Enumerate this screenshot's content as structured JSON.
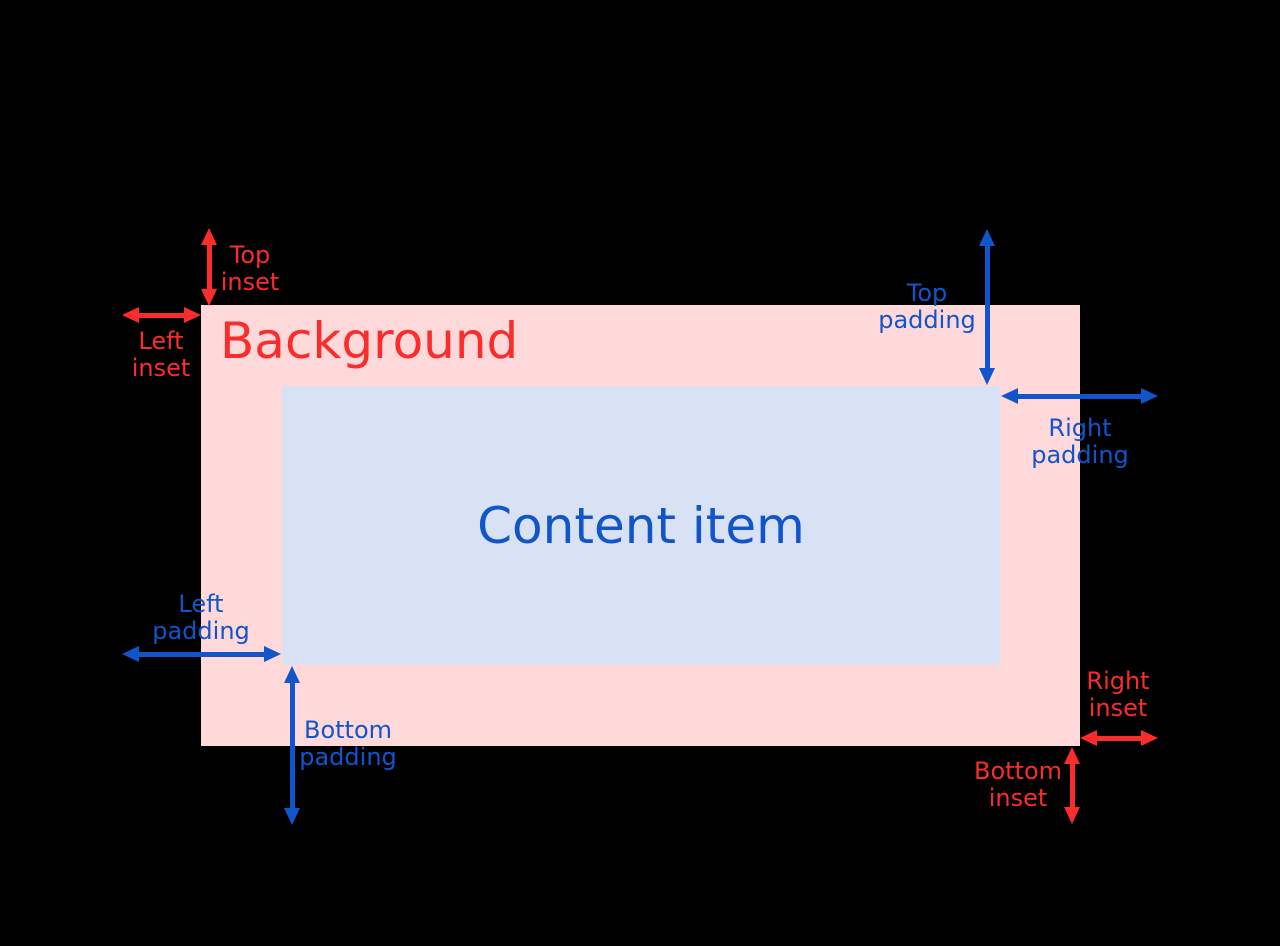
{
  "diagram": {
    "background_label": "Background",
    "content_label": "Content item",
    "labels": {
      "top_inset": "Top\ninset",
      "left_inset": "Left\ninset",
      "right_inset": "Right\ninset",
      "bottom_inset": "Bottom\ninset",
      "top_padding": "Top\npadding",
      "right_padding": "Right\npadding",
      "left_padding": "Left\npadding",
      "bottom_padding": "Bottom\npadding"
    },
    "colors": {
      "canvas_background": "#000000",
      "background_fill": "#ffd9d9",
      "content_fill": "#d8e2f4",
      "inset_accent": "#fb2c2c",
      "padding_accent": "#1155cc"
    }
  }
}
